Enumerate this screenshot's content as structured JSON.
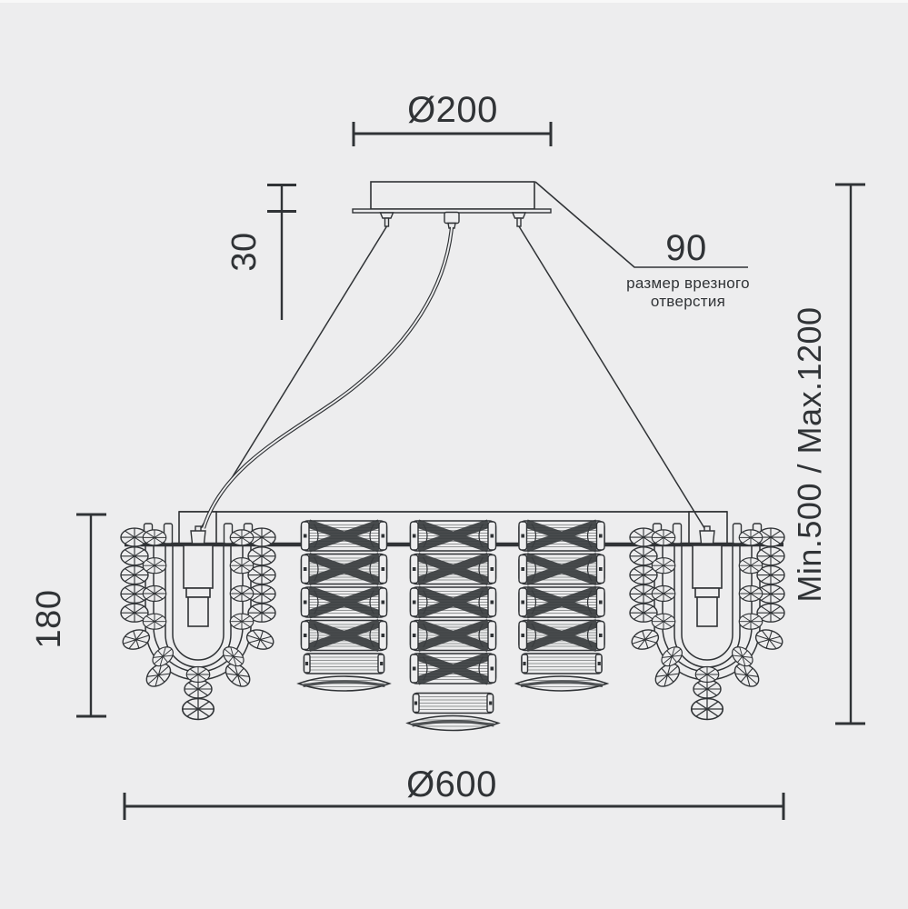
{
  "drawing_type": "chandelier technical dimension drawing",
  "colors": {
    "background": "#ededee",
    "line": "#303336",
    "dark_fill": "#3a3d40"
  },
  "dimensions": {
    "canopy_diameter": {
      "label": "Ø200"
    },
    "canopy_height": {
      "label": "30"
    },
    "cutout_hole": {
      "label": "90",
      "caption_line1": "размер врезного",
      "caption_line2": "отверстия"
    },
    "suspension_height": {
      "label": "Min.500 / Max.1200"
    },
    "body_height": {
      "label": "180"
    },
    "fixture_diameter": {
      "label": "Ø600"
    }
  }
}
